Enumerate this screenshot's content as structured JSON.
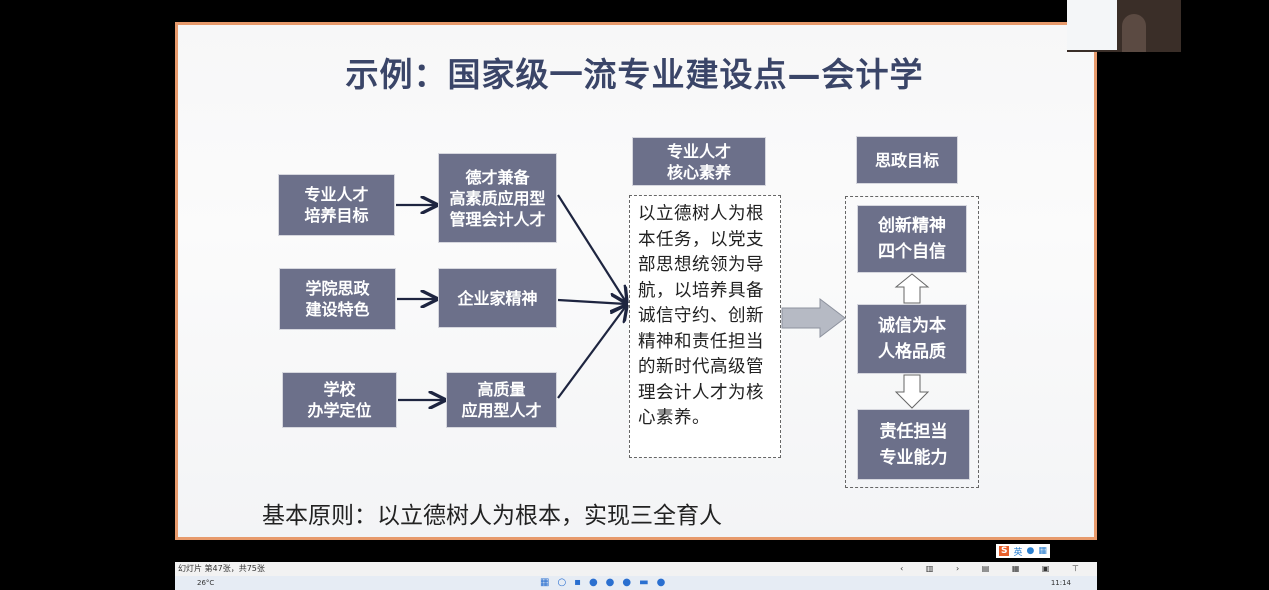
{
  "slide": {
    "title": "示例：国家级一流专业建设点—会计学",
    "left_boxes": [
      "专业人才\n培养目标",
      "学院思政\n建设特色",
      "学校\n办学定位"
    ],
    "mid_boxes": [
      "德才兼备\n高素质应用型\n管理会计人才",
      "企业家精神",
      "高质量\n应用型人才"
    ],
    "core_header": "专业人才\n核心素养",
    "core_text": "以立德树人为根本任务，以党支部思想统领为导航，以培养具备诚信守约、创新精神和责任担当的新时代高级管理会计人才为核心素养。",
    "goal_header": "思政目标",
    "goals": [
      "创新精神\n四个自信",
      "诚信为本\n人格品质",
      "责任担当\n专业能力"
    ],
    "principle": "基本原则：以立德树人为根本，实现三全育人"
  },
  "status": {
    "slide_info": "幻灯片 第47张，共75张"
  },
  "ime": {
    "lang": "英"
  },
  "taskbar": {
    "weather": "26°C",
    "time": "11:14"
  },
  "colors": {
    "box": "#6c708a",
    "title": "#3a4568",
    "border": "#e79a6c"
  }
}
